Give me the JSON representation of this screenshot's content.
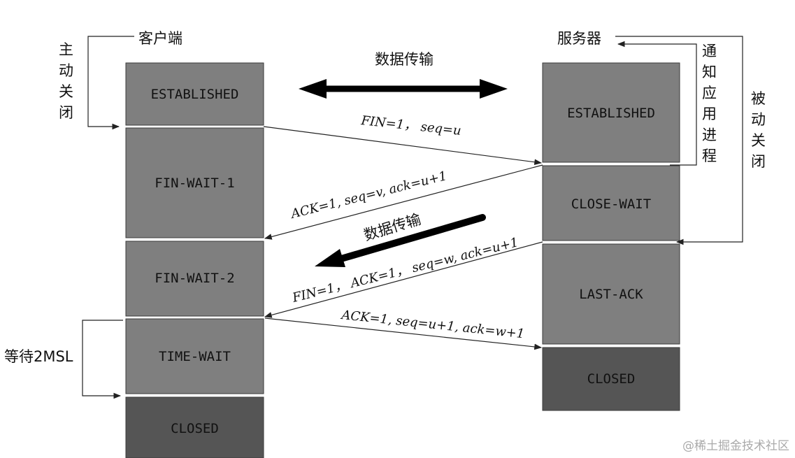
{
  "client": {
    "title": "客户端",
    "active_close": "主动关闭",
    "states": [
      "ESTABLISHED",
      "FIN-WAIT-1",
      "FIN-WAIT-2",
      "TIME-WAIT",
      "CLOSED"
    ],
    "wait_2msl": "等待2MSL"
  },
  "server": {
    "title": "服务器",
    "notify_app": "通知应用进程",
    "passive_close": "被动关闭",
    "states": [
      "ESTABLISHED",
      "CLOSE-WAIT",
      "LAST-ACK",
      "CLOSED"
    ]
  },
  "data_transfer_top": "数据传输",
  "data_transfer_mid": "数据传输",
  "messages": {
    "fin1": "FIN=1， seq=u",
    "ack1": "ACK=1, seq=v, ack=u+1",
    "fin2": "FIN=1， ACK=1， seq=w, ack=u+1",
    "ack2": "ACK=1, seq=u+1, ack=w+1"
  },
  "watermark": "@稀土掘金技术社区",
  "colors": {
    "box_gray": "#7f7f7f",
    "box_dark": "#555555",
    "line": "#222222"
  }
}
